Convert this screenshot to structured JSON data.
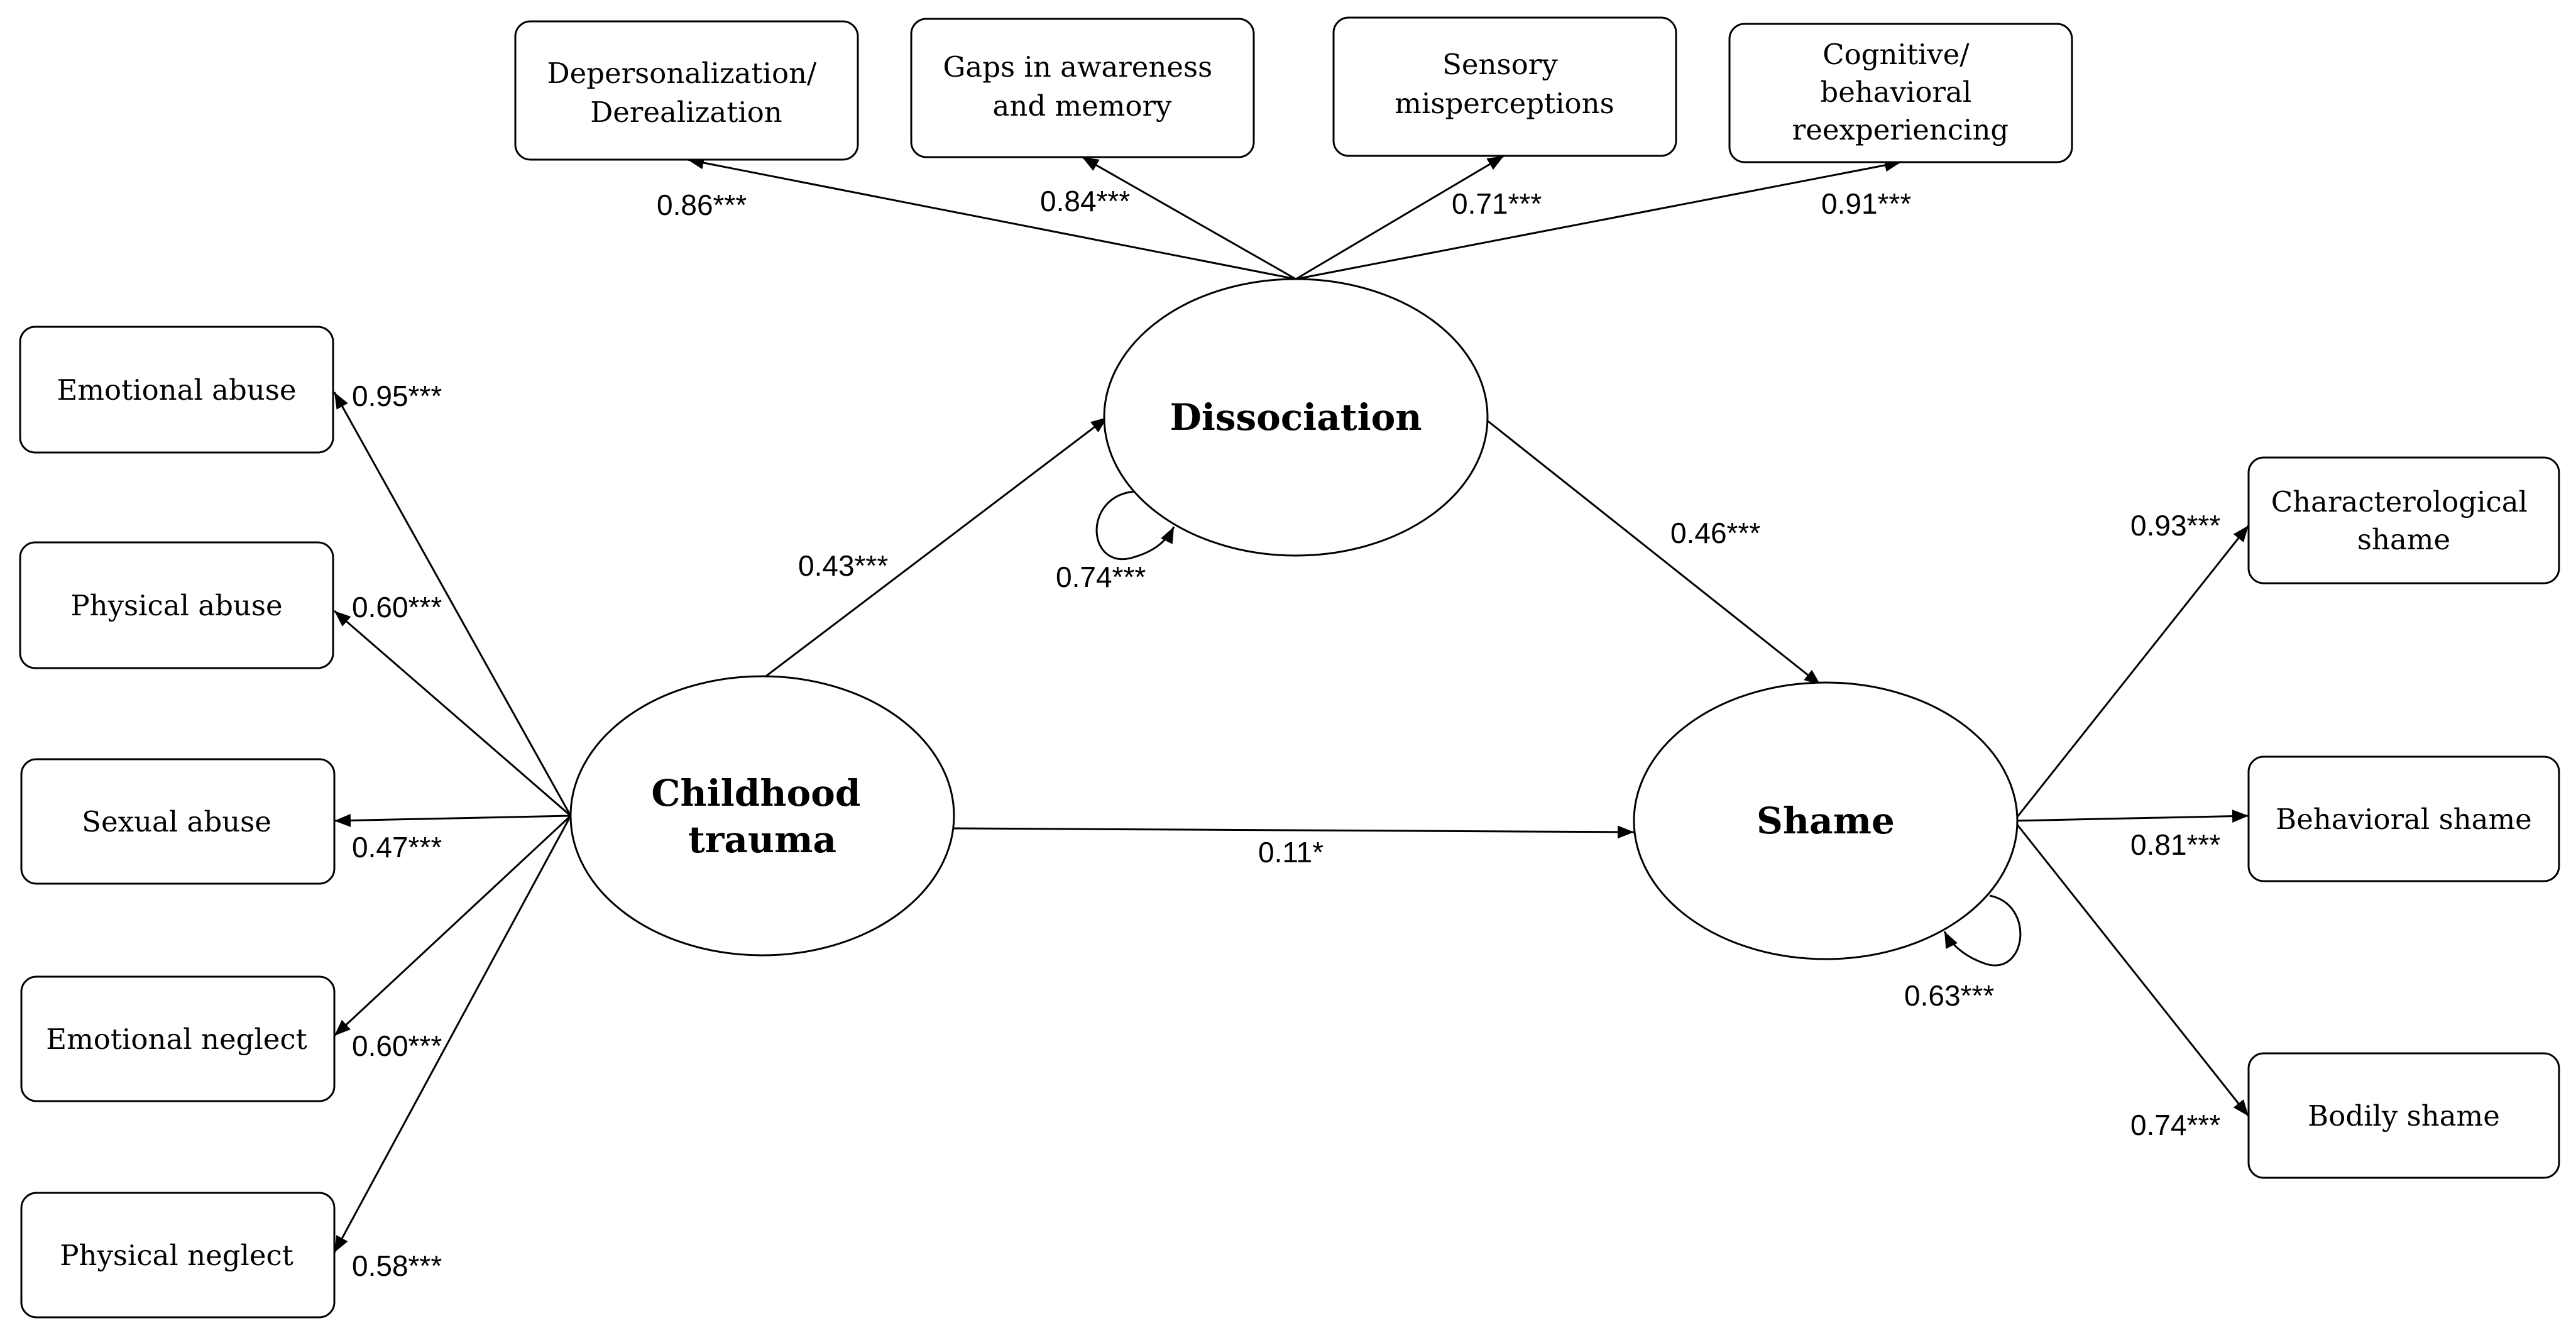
{
  "latents": {
    "trauma": [
      "Childhood",
      "trauma"
    ],
    "dissociation": [
      "Dissociation"
    ],
    "shame": [
      "Shame"
    ]
  },
  "indicators": {
    "trauma": [
      [
        "Emotional abuse"
      ],
      [
        "Physical abuse"
      ],
      [
        "Sexual abuse"
      ],
      [
        "Emotional neglect"
      ],
      [
        "Physical neglect"
      ]
    ],
    "dissociation": [
      [
        "Depersonalization/",
        "Derealization"
      ],
      [
        "Gaps in awareness",
        "and memory"
      ],
      [
        "Sensory",
        "misperceptions"
      ],
      [
        "Cognitive/",
        "behavioral",
        "reexperiencing"
      ]
    ],
    "shame": [
      [
        "Characterological",
        "shame"
      ],
      [
        "Behavioral shame"
      ],
      [
        "Bodily shame"
      ]
    ]
  },
  "loadings": {
    "trauma": [
      "0.95***",
      "0.60***",
      "0.47***",
      "0.60***",
      "0.58***"
    ],
    "dissociation": [
      "0.86***",
      "0.84***",
      "0.71***",
      "0.91***"
    ],
    "shame": [
      "0.93***",
      "0.81***",
      "0.74***"
    ]
  },
  "structural": {
    "trauma_to_dissociation": "0.43***",
    "dissociation_to_shame": "0.46***",
    "trauma_to_shame": "0.11*"
  },
  "residuals": {
    "dissociation": "0.74***",
    "shame": "0.63***"
  }
}
